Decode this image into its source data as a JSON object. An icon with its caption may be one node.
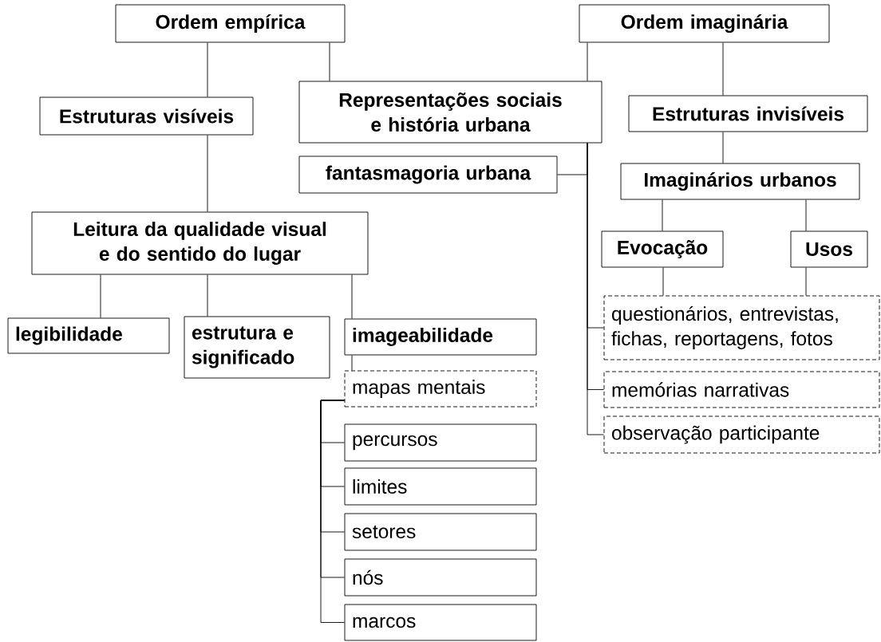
{
  "diagram": {
    "nodes": [
      {
        "text": [
          "Ordem empírica"
        ]
      },
      {
        "text": [
          "Ordem imaginária"
        ]
      },
      {
        "text": [
          "Estruturas visíveis"
        ]
      },
      {
        "text": [
          "Representações sociais e história urbana"
        ]
      },
      {
        "text": [
          "Estruturas invisíveis"
        ]
      },
      {
        "text": [
          "fantasmagoria urbana"
        ]
      },
      {
        "text": [
          "Imaginários urbanos"
        ]
      },
      {
        "text": [
          "Leitura da qualidade visual e do sentido do lugar"
        ]
      },
      {
        "text": [
          "Evocação"
        ]
      },
      {
        "text": [
          "Usos"
        ]
      },
      {
        "text": [
          "legibilidade"
        ]
      },
      {
        "text": [
          "estrutura e significado"
        ]
      },
      {
        "text": [
          "imageabilidade"
        ]
      },
      {
        "text": [
          "questionários, entrevistas, fichas, reportagens, fotos"
        ]
      },
      {
        "text": [
          "mapas mentais"
        ]
      },
      {
        "text": [
          "memórias narrativas"
        ]
      },
      {
        "text": [
          "observação participante"
        ]
      },
      {
        "text": [
          "percursos"
        ]
      },
      {
        "text": [
          "limites"
        ]
      },
      {
        "text": [
          "setores"
        ]
      },
      {
        "text": [
          "nós"
        ]
      },
      {
        "text": [
          "marcos"
        ]
      }
    ],
    "edges": [
      {
        "from": 0,
        "to": 2,
        "arrow": "none"
      },
      {
        "from": 0,
        "to": 3,
        "arrow": "none"
      },
      {
        "from": 1,
        "to": 3,
        "arrow": "none"
      },
      {
        "from": 1,
        "to": 4,
        "arrow": "none"
      },
      {
        "from": 4,
        "to": 6,
        "arrow": "none"
      },
      {
        "from": 3,
        "to": 5,
        "arrow": "none"
      },
      {
        "from": 3,
        "to": 13,
        "arrow": "none"
      },
      {
        "from": 3,
        "to": 15,
        "arrow": "none"
      },
      {
        "from": 3,
        "to": 16,
        "arrow": "none"
      },
      {
        "from": 2,
        "to": 7,
        "arrow": "none"
      },
      {
        "from": 6,
        "to": 8,
        "arrow": "none"
      },
      {
        "from": 6,
        "to": 9,
        "arrow": "none"
      },
      {
        "from": 8,
        "to": 13,
        "arrow": "none"
      },
      {
        "from": 9,
        "to": 13,
        "arrow": "none"
      },
      {
        "from": 7,
        "to": 10,
        "arrow": "none"
      },
      {
        "from": 7,
        "to": 11,
        "arrow": "none"
      },
      {
        "from": 7,
        "to": 12,
        "arrow": "none"
      },
      {
        "from": 12,
        "to": 14,
        "arrow": "none"
      },
      {
        "from": 14,
        "to": 17,
        "arrow": "none"
      },
      {
        "from": 14,
        "to": 18,
        "arrow": "none"
      },
      {
        "from": 14,
        "to": 19,
        "arrow": "none"
      },
      {
        "from": 14,
        "to": 20,
        "arrow": "none"
      },
      {
        "from": 14,
        "to": 21,
        "arrow": "none"
      }
    ]
  }
}
